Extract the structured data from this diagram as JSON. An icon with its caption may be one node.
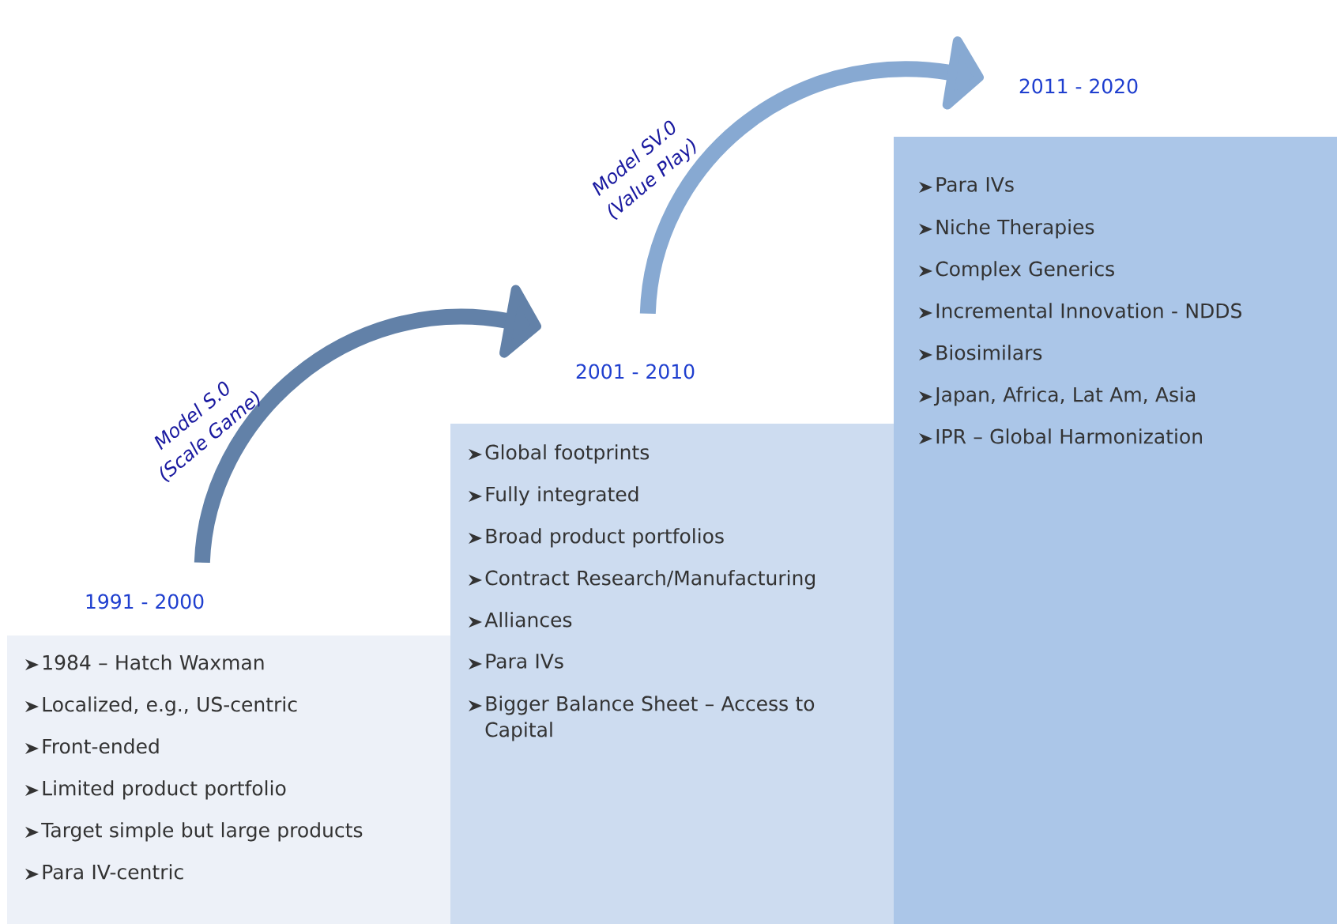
{
  "diagram": {
    "nodes": [
      {
        "text": [
          "1991 - 2000",
          "1984 – Hatch Waxman",
          "Localized, e.g., US-centric",
          "Front-ended",
          "Limited product portfolio",
          "Target simple but large products",
          "Para IV-centric"
        ]
      },
      {
        "text": [
          "2001 - 2010",
          "Global footprints",
          "Fully integrated",
          "Broad product portfolios",
          "Contract Research/Manufacturing",
          "Alliances",
          "Para IVs",
          "Bigger Balance Sheet – Access to Capital"
        ]
      },
      {
        "text": [
          "2011 - 2020",
          "Para IVs",
          "Niche Therapies",
          "Complex Generics",
          "Incremental Innovation - NDDS",
          "Biosimilars",
          "Japan, Africa, Lat Am, Asia",
          "IPR – Global Harmonization"
        ]
      }
    ],
    "edges": [
      {
        "from": 0,
        "to": 1,
        "arrow": "to",
        "label": "Model S.0 (Scale Game)",
        "color": "#6281a8"
      },
      {
        "from": 1,
        "to": 2,
        "arrow": "to",
        "label": "Model SV.0 (Value Play)",
        "color": "#87a9d2"
      }
    ]
  }
}
